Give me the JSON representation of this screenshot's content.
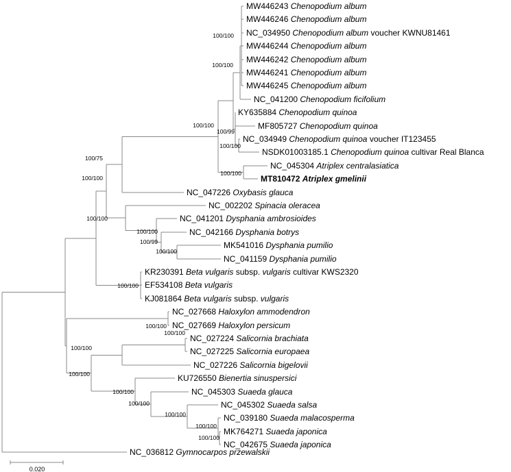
{
  "taxa": [
    {
      "acc": "MW446243",
      "sp": "Chenopodium album",
      "suffix": ""
    },
    {
      "acc": "MW446246",
      "sp": "Chenopodium album",
      "suffix": ""
    },
    {
      "acc": "NC_034950",
      "sp": "Chenopodium album",
      "suffix": " voucher KWNU81461"
    },
    {
      "acc": "MW446244",
      "sp": "Chenopodium album",
      "suffix": ""
    },
    {
      "acc": "MW446242",
      "sp": "Chenopodium album",
      "suffix": ""
    },
    {
      "acc": "MW446241",
      "sp": "Chenopodium album",
      "suffix": ""
    },
    {
      "acc": "MW446245",
      "sp": "Chenopodium album",
      "suffix": ""
    },
    {
      "acc": "NC_041200",
      "sp": "Chenopodium ficifolium",
      "suffix": ""
    },
    {
      "acc": "KY635884",
      "sp": "Chenopodium quinoa",
      "suffix": ""
    },
    {
      "acc": "MF805727",
      "sp": "Chenopodium quinoa",
      "suffix": ""
    },
    {
      "acc": "NC_034949",
      "sp": "Chenopodium quinoa",
      "suffix": " voucher IT123455"
    },
    {
      "acc": "NSDK01003185.1",
      "sp": "Chenopodium quinoa",
      "suffix": " cultivar Real Blanca"
    },
    {
      "acc": "NC_045304",
      "sp": "Atriplex centralasiatica",
      "suffix": ""
    },
    {
      "acc": "MT810472",
      "sp": "Atriplex gmelinii",
      "suffix": "",
      "bold": true
    },
    {
      "acc": "NC_047226",
      "sp": "Oxybasis glauca",
      "suffix": ""
    },
    {
      "acc": "NC_002202",
      "sp": "Spinacia oleracea",
      "suffix": ""
    },
    {
      "acc": "NC_041201",
      "sp": "Dysphania ambrosioides",
      "suffix": ""
    },
    {
      "acc": "NC_042166",
      "sp": "Dysphania botrys",
      "suffix": ""
    },
    {
      "acc": "MK541016",
      "sp": "Dysphania pumilio",
      "suffix": ""
    },
    {
      "acc": "NC_041159",
      "sp": "Dysphania pumilio",
      "suffix": ""
    },
    {
      "acc": "KR230391",
      "sp": "Beta vulgaris",
      "mid": " subsp. ",
      "sp2": "vulgaris",
      "suffix": " cultivar KWS2320"
    },
    {
      "acc": "EF534108",
      "sp": "Beta vulgaris",
      "suffix": ""
    },
    {
      "acc": "KJ081864",
      "sp": "Beta vulgaris",
      "mid": " subsp. ",
      "sp2": "vulgaris",
      "suffix": ""
    },
    {
      "acc": "NC_027668",
      "sp": "Haloxylon ammodendron",
      "suffix": ""
    },
    {
      "acc": "NC_027669",
      "sp": "Haloxylon persicum",
      "suffix": ""
    },
    {
      "acc": "NC_027224",
      "sp": "Salicornia brachiata",
      "suffix": ""
    },
    {
      "acc": "NC_027225",
      "sp": "Salicornia europaea",
      "suffix": ""
    },
    {
      "acc": "NC_027226",
      "sp": "Salicornia bigelovii",
      "suffix": ""
    },
    {
      "acc": "KU726550",
      "sp": "Bienertia sinuspersici",
      "suffix": ""
    },
    {
      "acc": "NC_045303",
      "sp": "Suaeda glauca",
      "suffix": ""
    },
    {
      "acc": "NC_045302",
      "sp": "Suaeda salsa",
      "suffix": ""
    },
    {
      "acc": "NC_039180",
      "sp": "Suaeda malacosperma",
      "suffix": ""
    },
    {
      "acc": "MK764271",
      "sp": "Suaeda japonica",
      "suffix": ""
    },
    {
      "acc": "NC_042675",
      "sp": "Suaeda japonica",
      "suffix": ""
    },
    {
      "acc": "NC_036812",
      "sp": "Gymnocarpos przewalskii",
      "suffix": ""
    }
  ],
  "support": [
    "100/100",
    "100/100",
    "100/100",
    "100/99",
    "100/100",
    "100/100",
    "100/100",
    "100/75",
    "100/100",
    "100/100",
    "100/99",
    "100/100",
    "100/100",
    "100/100",
    "100/100",
    "100/100",
    "100/100",
    "100/100",
    "100/100",
    "100/100",
    "100/100",
    "100/100"
  ],
  "scale_bar": {
    "label": "0.020"
  }
}
